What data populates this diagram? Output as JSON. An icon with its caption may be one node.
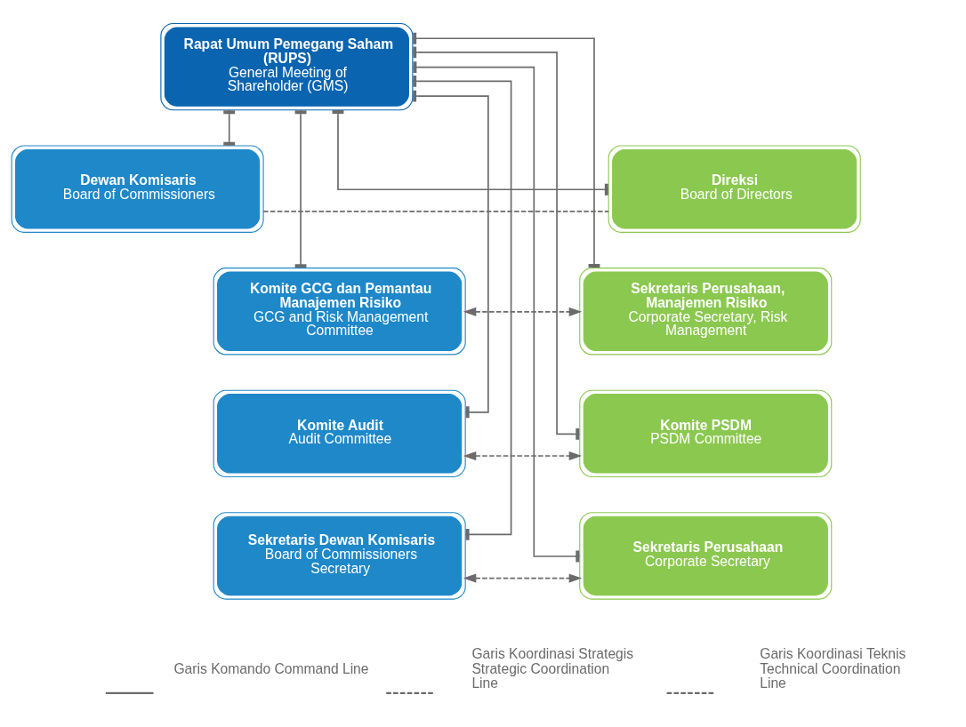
{
  "diagram": {
    "nodes": [
      {
        "text": [
          "Rapat Umum Pemegang Saham (RUPS)",
          "General Meeting of Shareholder (GMS)"
        ]
      },
      {
        "text": [
          "Dewan Komisaris",
          "Board of Commissioners"
        ]
      },
      {
        "text": [
          "Direksi",
          "Board of Directors"
        ]
      },
      {
        "text": [
          "Komite GCG dan Pemantau Manajemen Risiko",
          "GCG and Risk Management Committee"
        ]
      },
      {
        "text": [
          "Sekretaris Perusahaan, Manajemen Risiko",
          "Corporate Secretary, Risk Management"
        ]
      },
      {
        "text": [
          "Komite Audit",
          "Audit Committee"
        ]
      },
      {
        "text": [
          "Komite PSDM",
          "PSDM Committee"
        ]
      },
      {
        "text": [
          "Sekretaris Dewan Komisaris",
          "Board of Commissioners Secretary"
        ]
      },
      {
        "text": [
          "Sekretaris Perusahaan",
          "Corporate Secretary"
        ]
      }
    ],
    "edges": [
      {
        "from": 0,
        "to": 1,
        "arrow": "other"
      },
      {
        "from": 0,
        "to": 3,
        "arrow": "other"
      },
      {
        "from": 0,
        "to": 5,
        "arrow": "other"
      },
      {
        "from": 0,
        "to": 7,
        "arrow": "other"
      },
      {
        "from": 0,
        "to": 2,
        "arrow": "other"
      },
      {
        "from": 0,
        "to": 4,
        "arrow": "other"
      },
      {
        "from": 0,
        "to": 6,
        "arrow": "other"
      },
      {
        "from": 0,
        "to": 8,
        "arrow": "other"
      },
      {
        "from": 1,
        "to": 2,
        "arrow": "none",
        "style": "dashed"
      },
      {
        "from": 3,
        "to": 4,
        "arrow": "both",
        "style": "dashed"
      },
      {
        "from": 5,
        "to": 6,
        "arrow": "both",
        "style": "dashed"
      },
      {
        "from": 7,
        "to": 8,
        "arrow": "both",
        "style": "dashed"
      }
    ],
    "legend": [
      {
        "text": "Garis Komando Command Line"
      },
      {
        "text": "Garis Koordinasi Strategis Strategic Coordination Line"
      },
      {
        "text": "Garis Koordinasi Teknis Technical Coordination Line"
      }
    ]
  }
}
